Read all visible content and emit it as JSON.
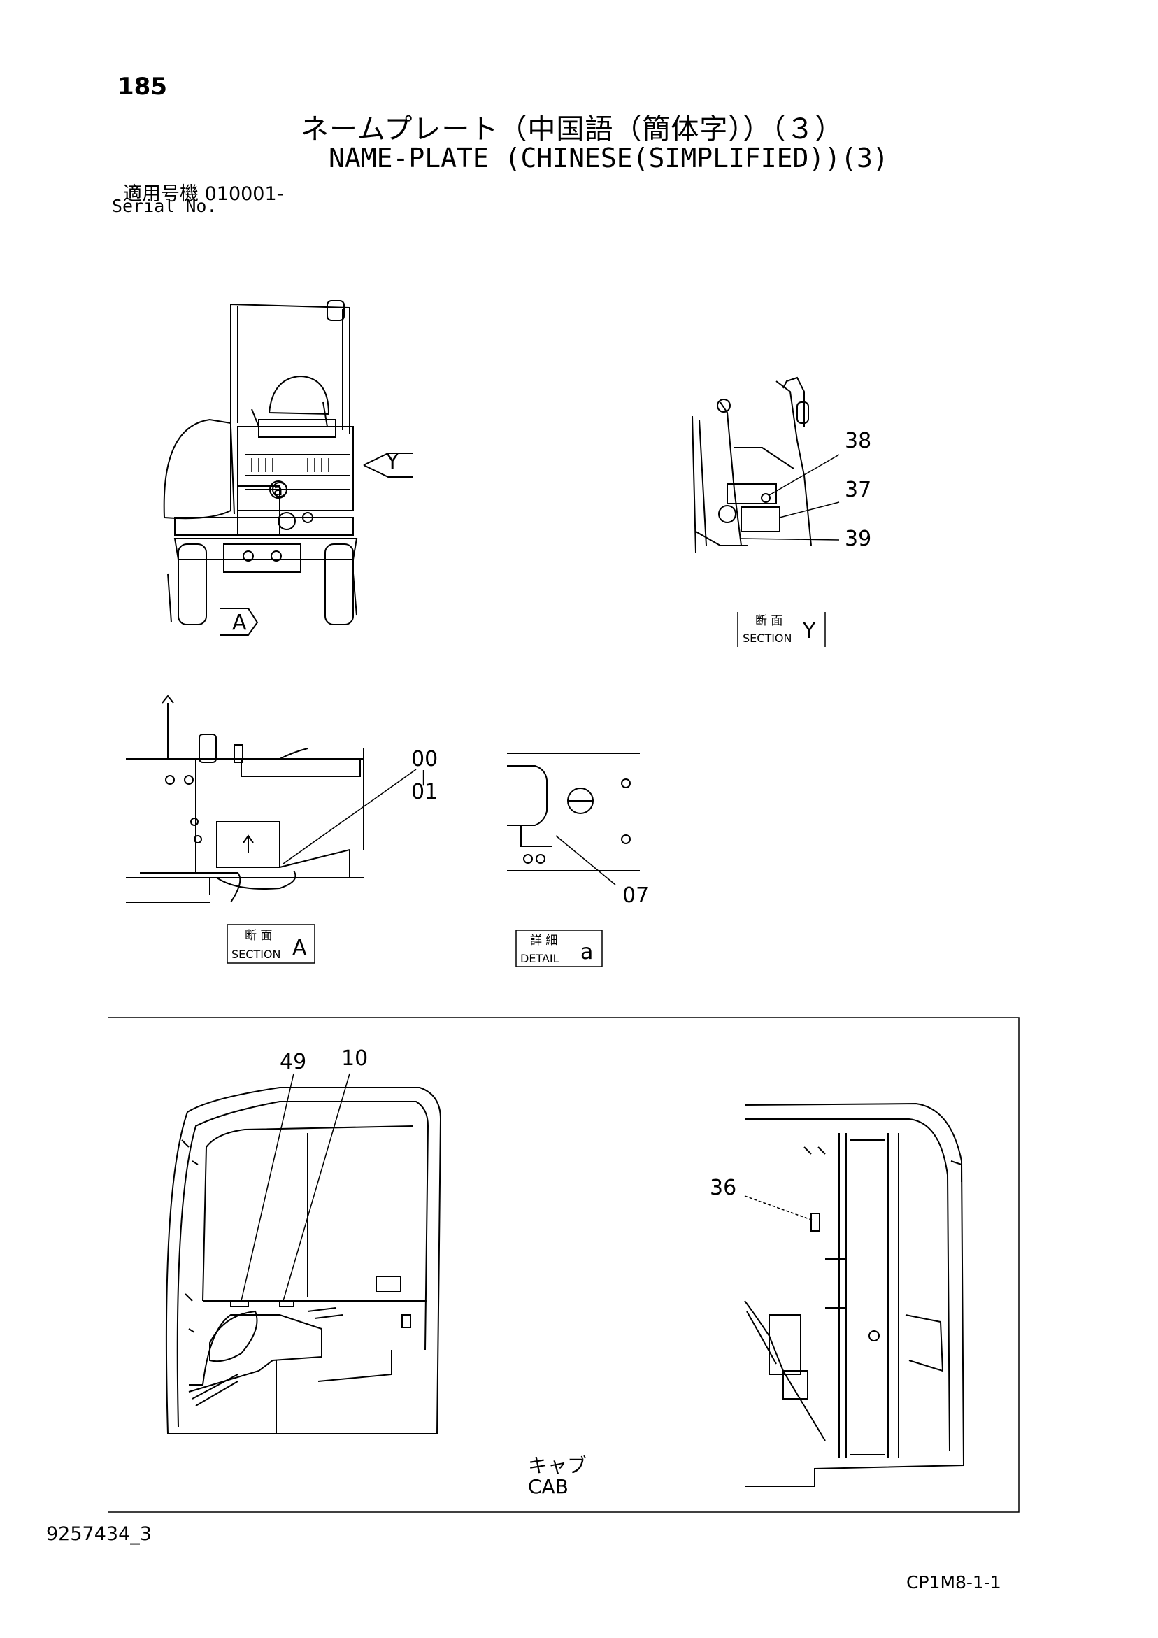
{
  "header": {
    "page_number": "185",
    "title_jp": "ネームプレート（中国語（簡体字））（３）",
    "title_en": "NAME-PLATE (CHINESE(SIMPLIFIED))(3)",
    "serial_label_jp": "適用号機 010001-",
    "serial_label_en": "Serial No."
  },
  "views": {
    "view_arrow_y": "Y",
    "view_arrow_a": "A",
    "detail_marker_a": "a",
    "section_y": {
      "jp": "断 面",
      "en": "SECTION",
      "letter": "Y"
    },
    "section_a": {
      "jp": "断 面",
      "en": "SECTION",
      "letter": "A"
    },
    "detail_a": {
      "jp": "詳 細",
      "en": "DETAIL",
      "letter": "a"
    },
    "cab": {
      "jp": "キャブ",
      "en": "CAB"
    }
  },
  "callouts": {
    "c38": "38",
    "c37": "37",
    "c39": "39",
    "c00": "00",
    "c01": "01",
    "c07": "07",
    "c49": "49",
    "c10": "10",
    "c36": "36"
  },
  "footer": {
    "doc_id": "9257434_3",
    "page_code": "CP1M8-1-1"
  }
}
